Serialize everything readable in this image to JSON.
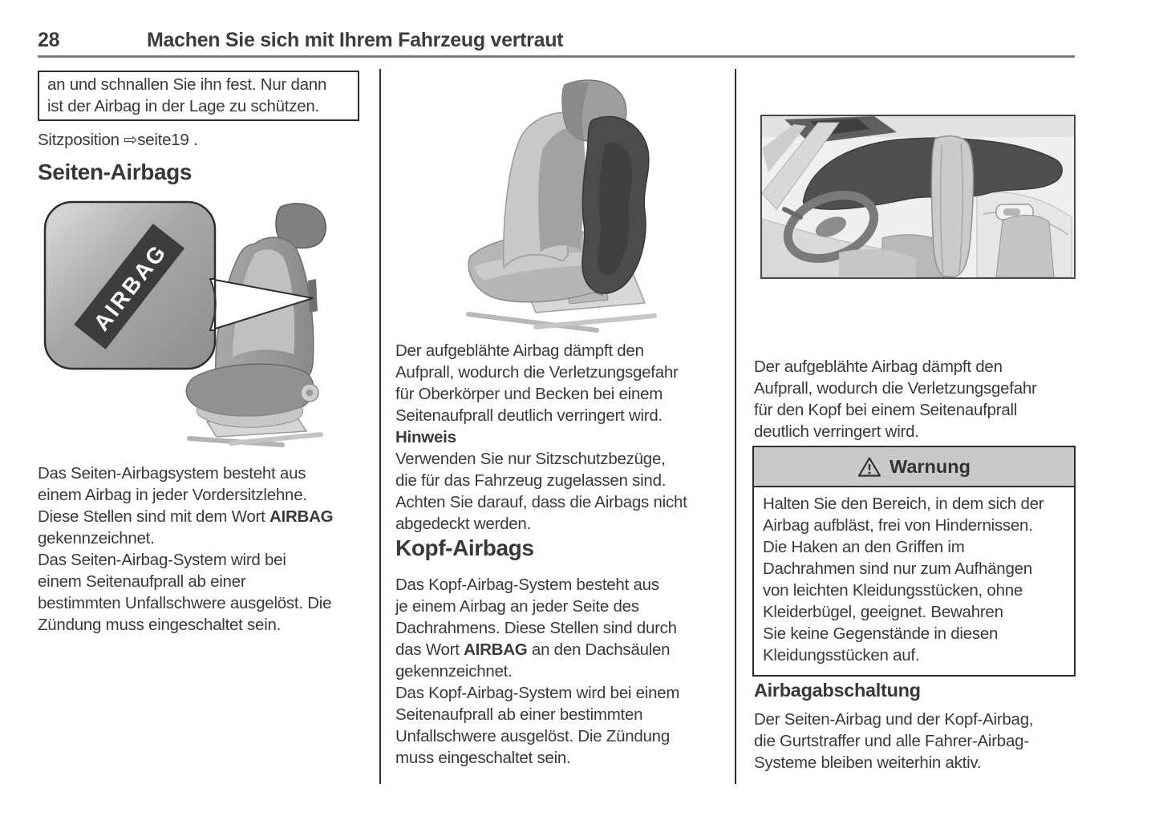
{
  "page": {
    "number": "28",
    "header_title": "Machen Sie sich mit Ihrem Fahrzeug vertraut"
  },
  "left": {
    "note_box": "an und schnallen Sie ihn fest. Nur dann\nist der Airbag in der Lage zu schützen.",
    "seat_position_label": "Sitzposition ",
    "seat_position_link": "⇨seite19",
    "seat_position_suffix": " .",
    "heading": "Seiten-Airbags",
    "image_airbag_label": "AIRBAG",
    "para_before": "Das Seiten-Airbagsystem besteht aus\neinem Airbag in jeder Vordersitzlehne.\nDiese Stellen sind mit dem Wort ",
    "para_bold": "AIRBAG",
    "para_after": "\ngekennzeichnet.\nDas Seiten-Airbag-System wird bei\neinem Seitenaufprall ab einer\nbestimmten Unfallschwere ausgelöst. Die\nZündung muss eingeschaltet sein."
  },
  "middle": {
    "para1": "Der aufgeblähte Airbag dämpft den\nAufprall, wodurch die Verletzungsgefahr\nfür Oberkörper und Becken bei einem\nSeitenaufprall deutlich verringert wird.\n",
    "note_label": "Hinweis",
    "note_text": "\nVerwenden Sie nur Sitzschutzbezüge,\ndie für das Fahrzeug zugelassen sind.\nAchten Sie darauf, dass die Airbags nicht\nabgedeckt werden.",
    "heading": "Kopf-Airbags",
    "para2_before": "Das Kopf-Airbag-System besteht aus\nje einem Airbag an jeder Seite des\nDachrahmens. Diese Stellen sind durch\ndas Wort ",
    "para2_bold": "AIRBAG",
    "para2_after": " an den Dachsäulen\ngekennzeichnet.\nDas Kopf-Airbag-System wird bei einem\nSeitenaufprall ab einer bestimmten\nUnfallschwere ausgelöst. Die Zündung\nmuss eingeschaltet sein."
  },
  "right": {
    "para1": "Der aufgeblähte Airbag dämpft den\nAufprall, wodurch die Verletzungsgefahr\nfür den Kopf bei einem Seitenaufprall\ndeutlich verringert wird.",
    "warning_title": "Warnung",
    "warning_body": "Halten Sie den Bereich, in dem sich der\nAirbag aufbläst, frei von Hindernissen.\nDie Haken an den Griffen im\nDachrahmen sind nur zum Aufhängen\nvon leichten Kleidungsstücken, ohne\nKleiderbügel, geeignet. Bewahren\nSie keine Gegenstände in diesen\nKleidungsstücken auf.",
    "heading": "Airbagabschaltung",
    "para2": "Der Seiten-Airbag und der Kopf-Airbag,\ndie Gurtstraffer und alle Fahrer-Airbag-\nSysteme bleiben weiterhin aktiv."
  },
  "colors": {
    "text": "#3a3a3a",
    "header_rule": "#7c7c7c",
    "warning_header_bg": "#c9c9c9",
    "box_border": "#2c2c2c",
    "airbag_dark": "#4c4c4c"
  }
}
